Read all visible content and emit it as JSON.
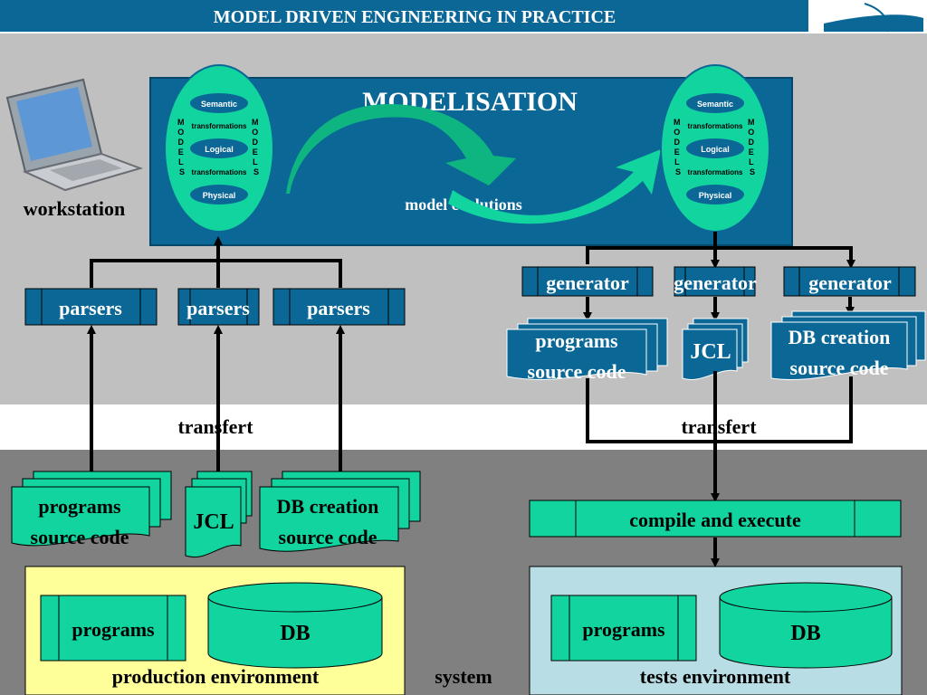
{
  "title": "MODEL DRIVEN ENGINEERING IN PRACTICE",
  "colors": {
    "title_bar": "#0a6796",
    "box_blue": "#0a6796",
    "box_green": "#12d49e",
    "upper_bg": "#c0c0c0",
    "lower_bg": "#808080",
    "production_bg": "#ffff99",
    "tests_bg": "#b8dde4"
  },
  "workstation": {
    "label": "workstation",
    "icon": "laptop-icon"
  },
  "modelisation": {
    "title": "MODELISATION",
    "subtitle": "model evolutions",
    "models_left": {
      "vertical_label": [
        "M",
        "O",
        "D",
        "E",
        "L",
        "S"
      ],
      "levels": [
        "Semantic",
        "Logical",
        "Physical"
      ],
      "transformations": [
        "transformations",
        "transformations"
      ]
    },
    "models_right": {
      "vertical_label": [
        "M",
        "O",
        "D",
        "E",
        "L",
        "S"
      ],
      "levels": [
        "Semantic",
        "Logical",
        "Physical"
      ],
      "transformations": [
        "transformations",
        "transformations"
      ]
    }
  },
  "parsers": [
    "parsers",
    "parsers",
    "parsers"
  ],
  "generators": [
    "generator",
    "generator",
    "generator"
  ],
  "generated": {
    "programs": [
      "programs",
      "source code"
    ],
    "jcl": "JCL",
    "db": [
      "DB creation",
      "source code"
    ]
  },
  "transfer_left": "transfert",
  "transfer_right": "transfert",
  "system": {
    "programs": [
      "programs",
      "source code"
    ],
    "jcl": "JCL",
    "db": [
      "DB creation",
      "source code"
    ],
    "compile": "compile and execute",
    "label": "system"
  },
  "production": {
    "programs": "programs",
    "db": "DB",
    "label": "production environment"
  },
  "tests": {
    "programs": "programs",
    "db": "DB",
    "label": "tests environment"
  }
}
